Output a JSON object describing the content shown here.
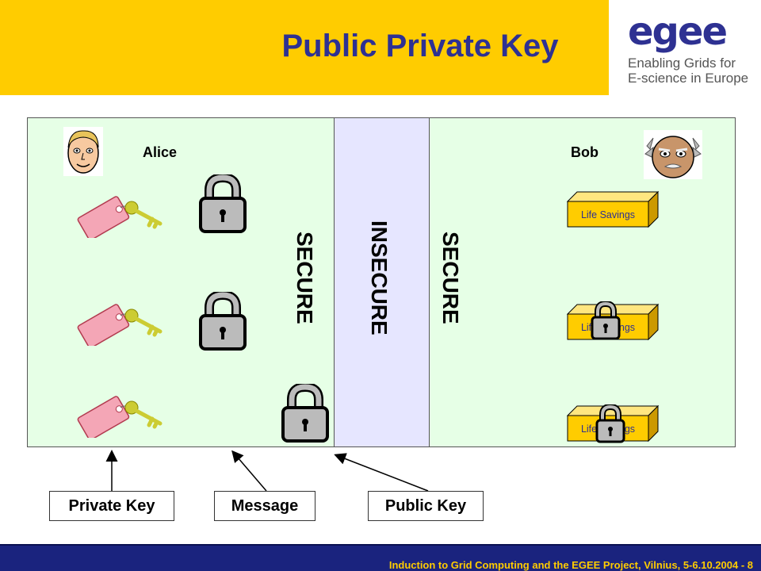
{
  "header": {
    "title": "Public Private Key"
  },
  "logo": {
    "word": "egee",
    "tagline": [
      "Enabling Grids for",
      "E-science in Europe"
    ]
  },
  "diagram": {
    "alice_label": "Alice",
    "bob_label": "Bob",
    "secure_left": "SECURE",
    "insecure": "INSECURE",
    "secure_right": "SECURE",
    "box_label": "Life Savings",
    "labels": {
      "private_key": "Private Key",
      "message": "Message",
      "public_key": "Public Key"
    }
  },
  "colors": {
    "header_bg": "#ffcc00",
    "title": "#2e3192",
    "panel_secure": "#e6ffe6",
    "panel_insecure": "#e6e6ff",
    "key_tag": "#f4a6b6",
    "key_metal": "#cccc33",
    "footer_bg": "#1a237e",
    "footer_text": "#ffcc00"
  },
  "footer": {
    "text": "Induction to Grid Computing and the EGEE Project, Vilnius, 5-6.10.2004 - 8"
  }
}
